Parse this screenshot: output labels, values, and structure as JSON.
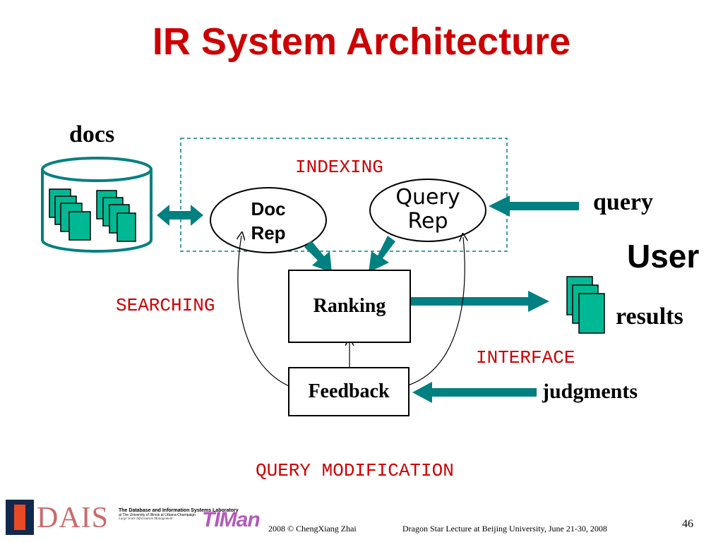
{
  "title": "IR System Architecture",
  "labels": {
    "docs": "docs",
    "indexing": "INDEXING",
    "doc_rep_line1": "Doc",
    "doc_rep_line2": "Rep",
    "query_rep_line1": "Query",
    "query_rep_line2": "Rep",
    "query": "query",
    "user": "User",
    "searching": "SEARCHING",
    "ranking": "Ranking",
    "results": "results",
    "interface": "INTERFACE",
    "feedback": "Feedback",
    "judgments": "judgments",
    "query_modification": "QUERY MODIFICATION"
  },
  "footer": {
    "lab_name": "The Database and Information Systems Laboratory",
    "lab_sub1": "at The University of Illinois at Urbana-Champaign",
    "lab_sub2": "Large Scale Information Management",
    "dais_logo": "DAIS",
    "timan_logo": "TIMan",
    "copyright": "2008  © ChengXiang Zhai",
    "lecture": "Dragon Star Lecture at Beijing University, June 21-30, 2008",
    "page_number": "46"
  },
  "colors": {
    "title": "#cc0000",
    "arrow_teal": "#008080",
    "doc_green": "#00b894",
    "label_red": "#cc0000"
  }
}
